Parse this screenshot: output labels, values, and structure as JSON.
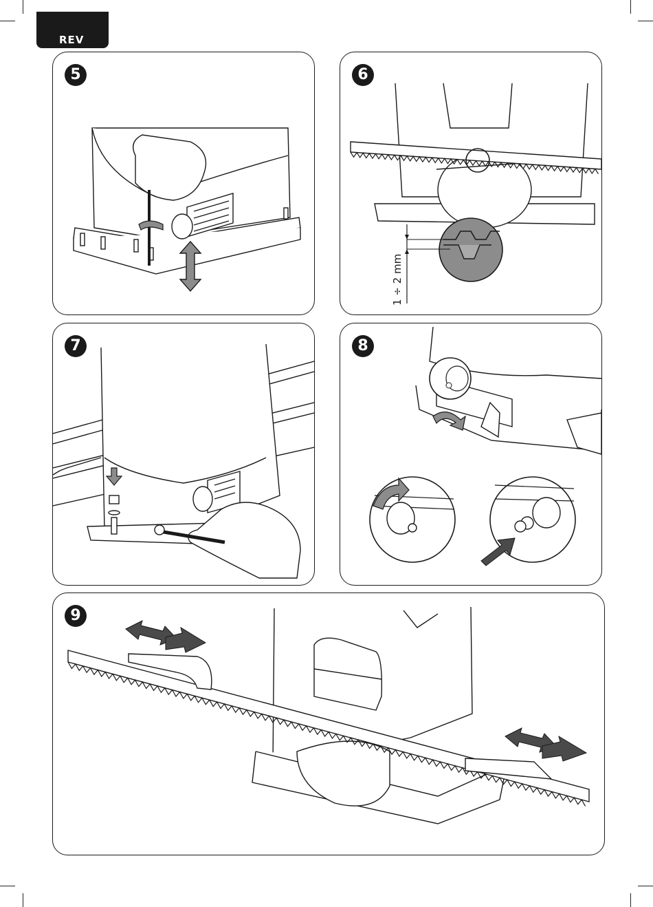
{
  "header": {
    "label": "REV"
  },
  "panels": [
    {
      "step": "5"
    },
    {
      "step": "6",
      "gap_label": "1 ÷ 2 mm"
    },
    {
      "step": "7"
    },
    {
      "step": "8"
    },
    {
      "step": "9"
    }
  ],
  "colors": {
    "ink": "#1a1a1a",
    "grey": "#8c8c8c",
    "light_grey": "#e6e6e6"
  }
}
